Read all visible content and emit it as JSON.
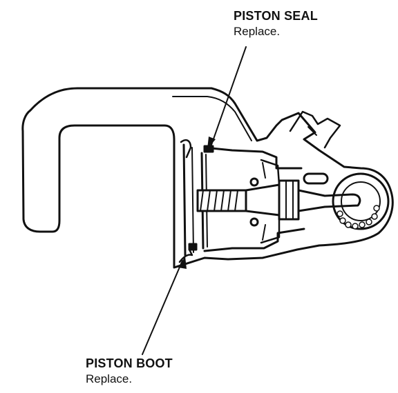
{
  "labels": {
    "piston_seal": {
      "title": "PISTON SEAL",
      "note": "Replace."
    },
    "piston_boot": {
      "title": "PISTON BOOT",
      "note": "Replace."
    }
  }
}
